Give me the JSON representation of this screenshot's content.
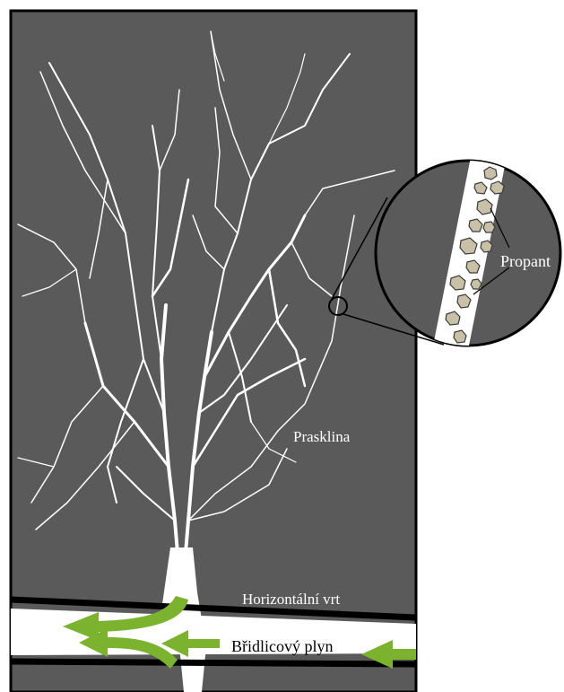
{
  "labels": {
    "fracture": "Prasklina",
    "horizontal_well": "Horizontální vrt",
    "shale_gas": "Břidlicový plyn",
    "proppant": "Propant"
  },
  "colors": {
    "rock": "#5a5a5a",
    "fracture": "#ffffff",
    "arrow": "#7bb22e",
    "proppant_grain": "#c9c0a8",
    "outline": "#000000"
  },
  "icons": {
    "arrow": "arrow-icon",
    "magnifier": "zoom-circle-icon"
  }
}
